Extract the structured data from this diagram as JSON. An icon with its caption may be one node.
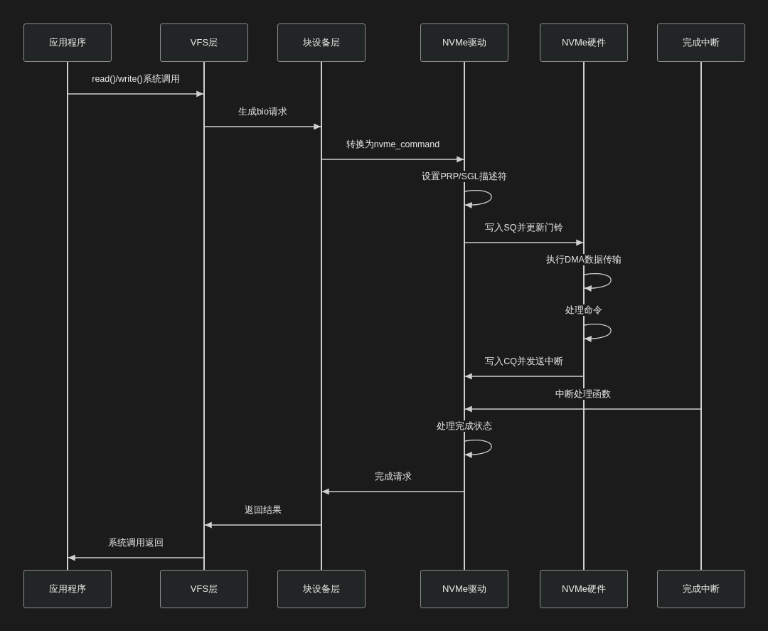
{
  "diagram": {
    "nodes": [
      {
        "text": [
          "应用程序"
        ]
      },
      {
        "text": [
          "VFS层"
        ]
      },
      {
        "text": [
          "块设备层"
        ]
      },
      {
        "text": [
          "NVMe驱动"
        ]
      },
      {
        "text": [
          "NVMe硬件"
        ]
      },
      {
        "text": [
          "完成中断"
        ]
      },
      {
        "text": [],
        "shape": "line"
      },
      {
        "text": [],
        "shape": "line"
      },
      {
        "text": [],
        "shape": "line"
      },
      {
        "text": [],
        "shape": "line"
      },
      {
        "text": [],
        "shape": "line"
      },
      {
        "text": [],
        "shape": "line"
      },
      {
        "text": [
          "应用程序"
        ]
      },
      {
        "text": [
          "VFS层"
        ]
      },
      {
        "text": [
          "块设备层"
        ]
      },
      {
        "text": [
          "NVMe驱动"
        ]
      },
      {
        "text": [
          "NVMe硬件"
        ]
      },
      {
        "text": [
          "完成中断"
        ]
      }
    ],
    "edges": [
      {
        "from": 6,
        "to": 7,
        "arrow": "to",
        "label": "read()/write()系统调用"
      },
      {
        "from": 7,
        "to": 8,
        "arrow": "to",
        "label": "生成bio请求"
      },
      {
        "from": 8,
        "to": 9,
        "arrow": "to",
        "label": "转换为nvme_command"
      },
      {
        "from": 9,
        "to": 9,
        "arrow": "to",
        "label": "设置PRP/SGL描述符"
      },
      {
        "from": 9,
        "to": 10,
        "arrow": "to",
        "label": "写入SQ并更新门铃"
      },
      {
        "from": 10,
        "to": 10,
        "arrow": "to",
        "label": "执行DMA数据传输"
      },
      {
        "from": 10,
        "to": 10,
        "arrow": "to",
        "label": "处理命令"
      },
      {
        "from": 10,
        "to": 9,
        "arrow": "to",
        "label": "写入CQ并发送中断"
      },
      {
        "from": 11,
        "to": 9,
        "arrow": "to",
        "label": "中断处理函数"
      },
      {
        "from": 9,
        "to": 9,
        "arrow": "to",
        "label": "处理完成状态"
      },
      {
        "from": 9,
        "to": 8,
        "arrow": "to",
        "label": "完成请求"
      },
      {
        "from": 8,
        "to": 7,
        "arrow": "to",
        "label": "返回结果"
      },
      {
        "from": 7,
        "to": 6,
        "arrow": "to",
        "label": "系统调用返回"
      }
    ]
  }
}
